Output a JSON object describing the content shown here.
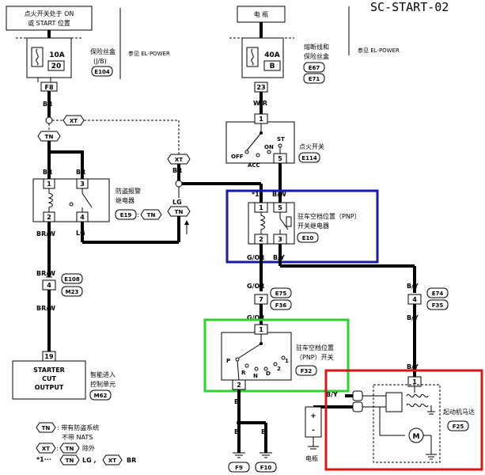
{
  "page_code": "SC-START-02",
  "left_supply": {
    "label_line1": "点火开关处于 ON",
    "label_line2": "或 START 位置",
    "fuse_rating": "10A",
    "fuse_number": "20",
    "fuse_caption_1": "保险丝盒",
    "fuse_caption_2": "(J/B)",
    "fuse_connector": "E104",
    "ref": "参见 EL-POWER",
    "connector": "F8"
  },
  "right_supply": {
    "label": "电 瓶",
    "fuse_rating": "40A",
    "fuse_letter": "B",
    "fuse_caption_1": "熔断线和",
    "fuse_caption_2": "保险丝盒",
    "conn_1": "E67",
    "conn_2": "E71",
    "ref": "参见 EL-POWER",
    "pin": "23"
  },
  "wires": {
    "br": "BR",
    "br_w": "BR/W",
    "w_r": "W/R",
    "b_w": "B/W",
    "lg": "LG",
    "g_or": "G/OR",
    "b_y": "B/Y",
    "b": "B",
    "tag_xt": "XT",
    "tag_tn": "TN"
  },
  "ignition_switch": {
    "name": "点火开关",
    "connector": "E114",
    "pos_off": "OFF",
    "pos_acc": "ACC",
    "pos_on": "ON",
    "pos_st": "ST",
    "pin_top": "1",
    "pin_bottom": "5"
  },
  "antitheft_relay": {
    "name_1": "防盗报警",
    "name_2": "继电器",
    "connector": "E19",
    "tag_suffix": ":",
    "pins": [
      "1",
      "3",
      "2",
      "4"
    ]
  },
  "pnp_relay": {
    "name_1": "驻车空档位置（PNP）",
    "name_2": "开关继电器",
    "connector": "E10",
    "star": "*1",
    "pins": [
      "1",
      "5",
      "2",
      "3"
    ]
  },
  "connectors_mid": {
    "e108": "E108",
    "m23": "M23",
    "pin4": "4",
    "e75": "E75",
    "f36": "F36",
    "pin7": "7",
    "e74": "E74",
    "f35": "F35",
    "pin4b": "4"
  },
  "pnp_switch": {
    "name_1": "驻车空档位置",
    "name_2": "（PNP）开关",
    "connector": "F32",
    "pin_top": "1",
    "pin_bottom": "2",
    "pos_p": "P",
    "pos_r": "R",
    "pos_n": "N",
    "pos_d": "D",
    "pos_2": "2",
    "pos_1": "1"
  },
  "ecu": {
    "pin": "19",
    "line1": "STARTER",
    "line2": "CUT",
    "line3": "OUTPUT",
    "name_1": "智能进入",
    "name_2": "控制单元",
    "connector": "M62"
  },
  "starter": {
    "name": "起动机马达",
    "connector": "F25",
    "pin": "1",
    "wire": "B/Y",
    "battery": "电瓶",
    "motor": "M"
  },
  "grounds": {
    "g1": "F9",
    "g2": "F10"
  },
  "legend": {
    "l1": ": 带有防盗系统",
    "l2": "不带 NATS",
    "l3": ":",
    "l3b": "除外",
    "l4_star": "*1···",
    "l4_lg": "LG ,",
    "l4_br": "BR"
  },
  "highlights": {
    "blue": "#1a1aa8",
    "green": "#2fd12f",
    "red": "#d01818"
  }
}
